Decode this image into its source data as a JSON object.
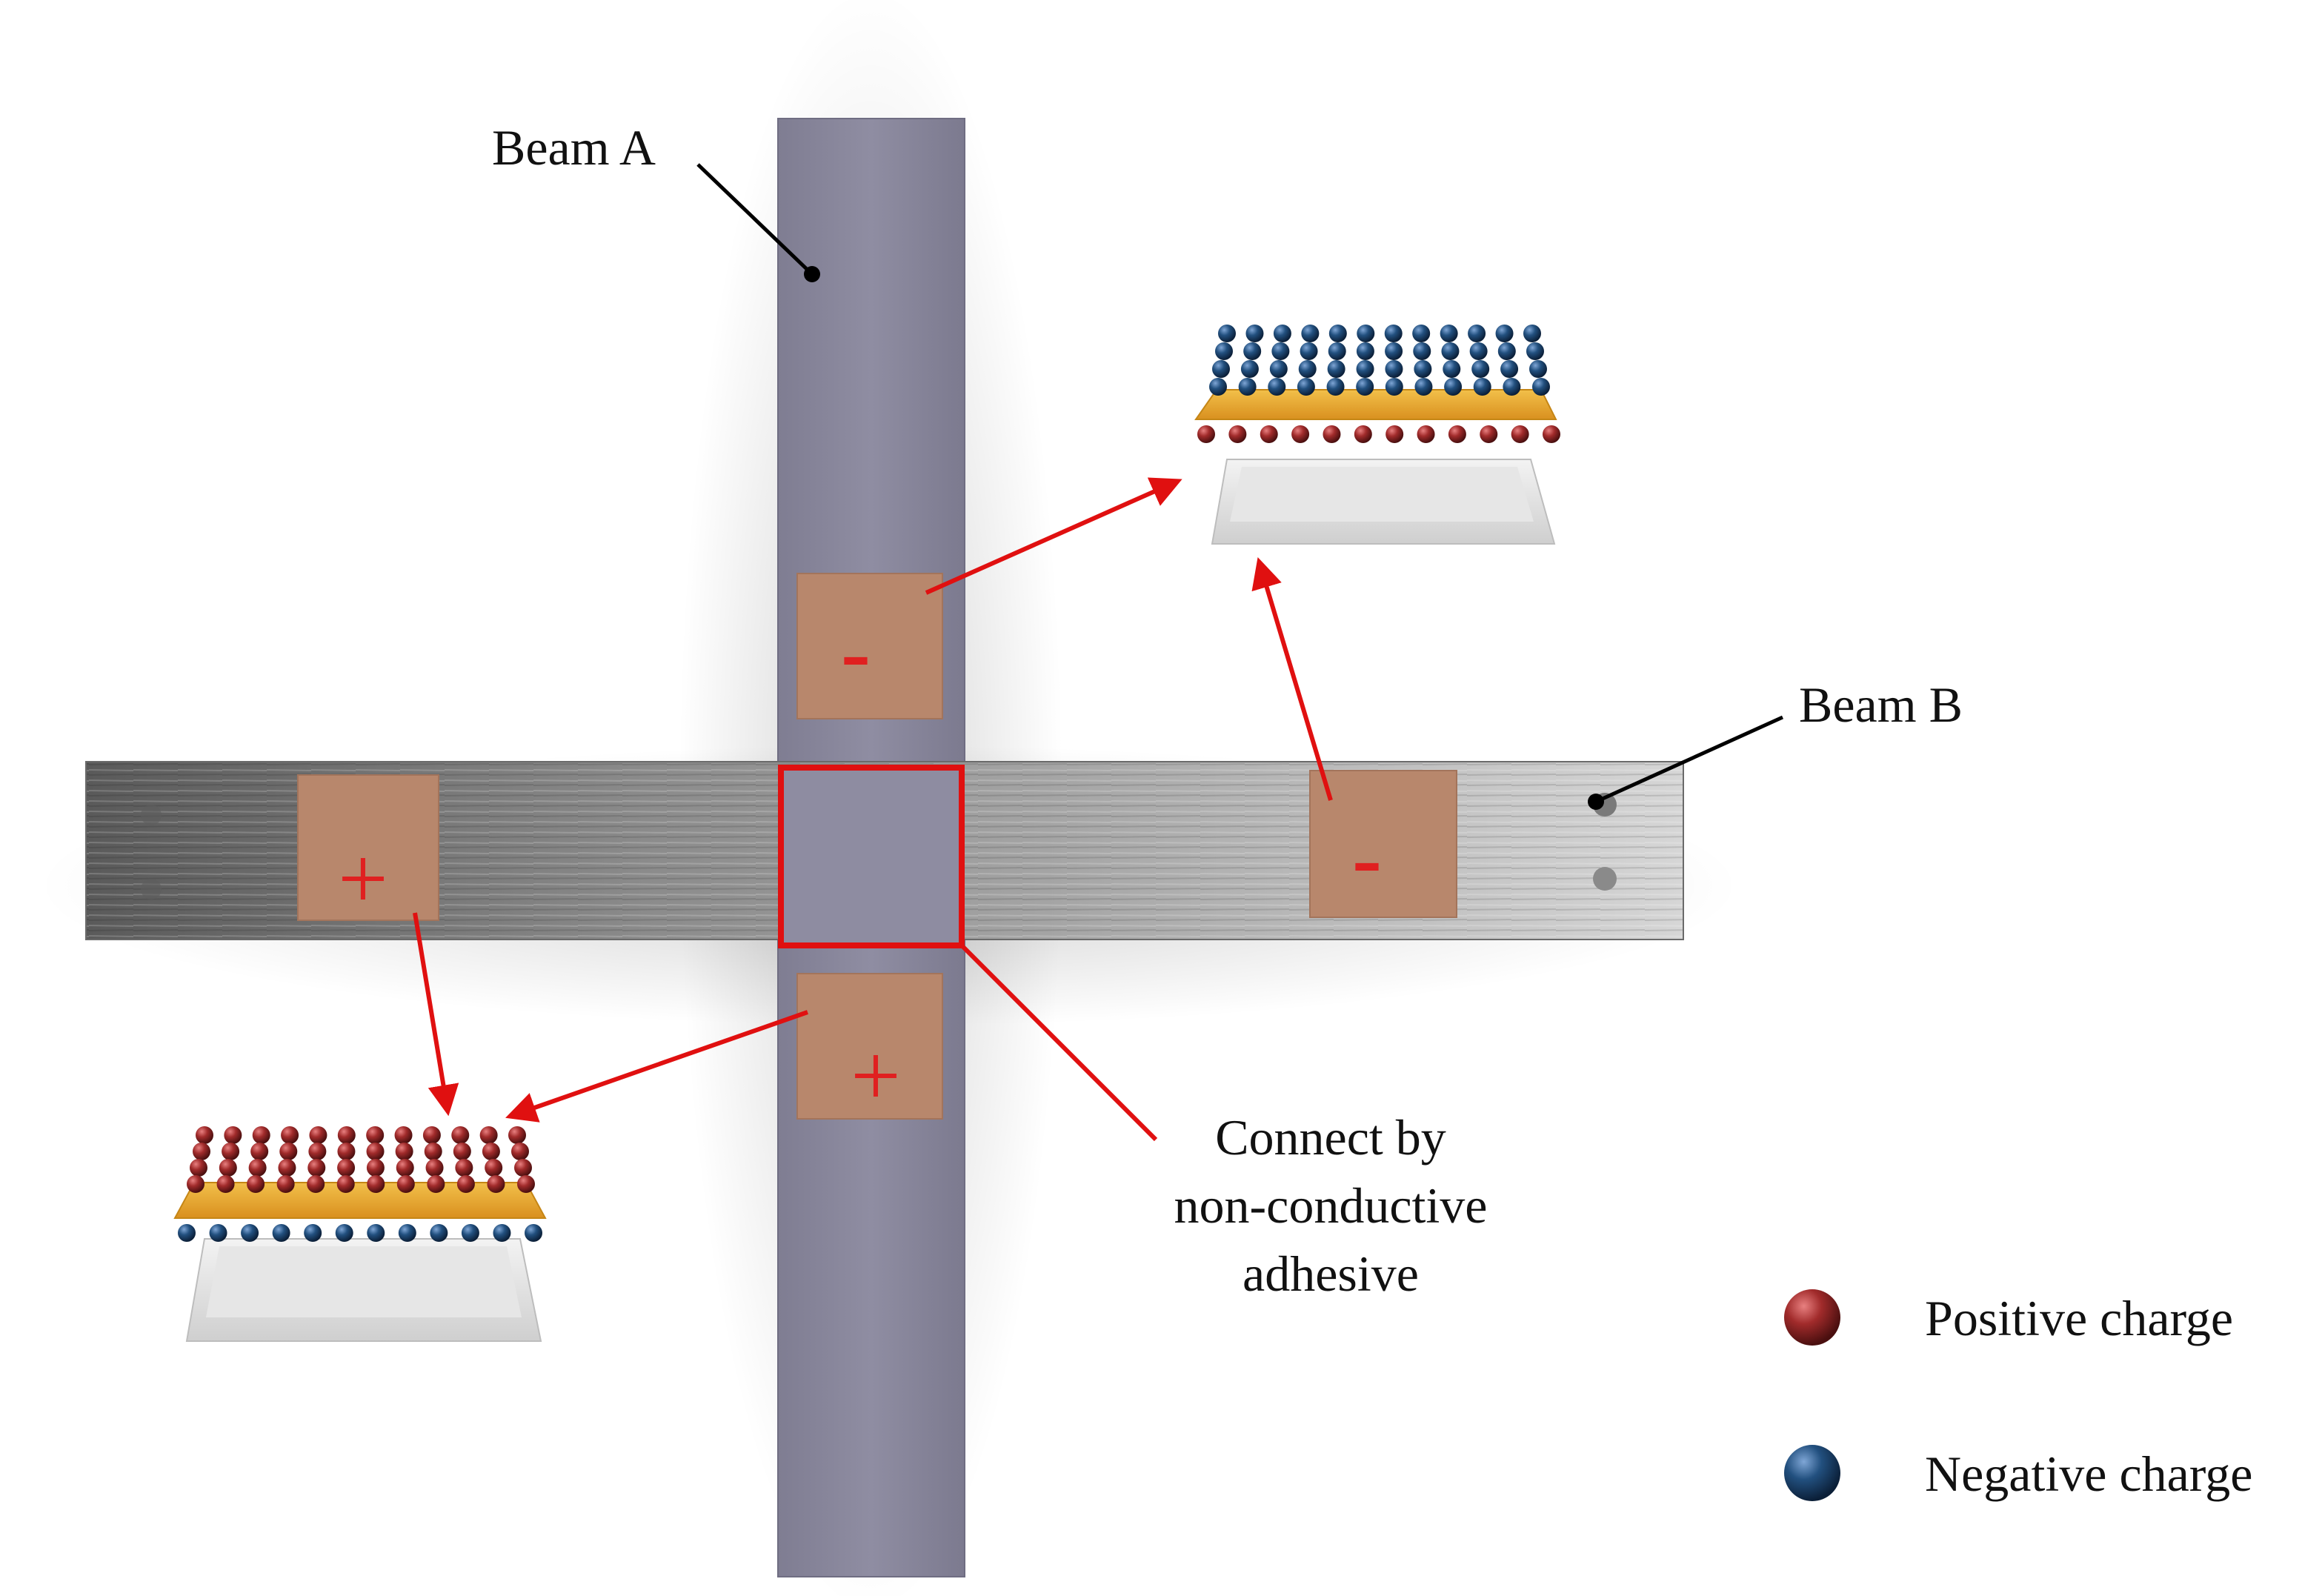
{
  "labels": {
    "beam_a": "Beam A",
    "beam_b": "Beam B",
    "connect_line1": "Connect by",
    "connect_line2": "non-conductive",
    "connect_line3": "adhesive"
  },
  "electrodes": {
    "top_on_beam_a_sign": "-",
    "right_on_beam_b_sign": "-",
    "left_on_beam_b_sign": "+",
    "bottom_on_beam_a_sign": "+"
  },
  "legend": {
    "positive_label": "Positive charge",
    "negative_label": "Negative charge"
  },
  "colors": {
    "beam_a": "#8d8b9e",
    "beam_b": "#9a9a9a",
    "electrode": "#b8876c",
    "sign": "#e02020",
    "arrow": "#e01010",
    "positive_charge": "#9c2a2a",
    "negative_charge": "#1f4a78",
    "film": "#e7a62a"
  }
}
